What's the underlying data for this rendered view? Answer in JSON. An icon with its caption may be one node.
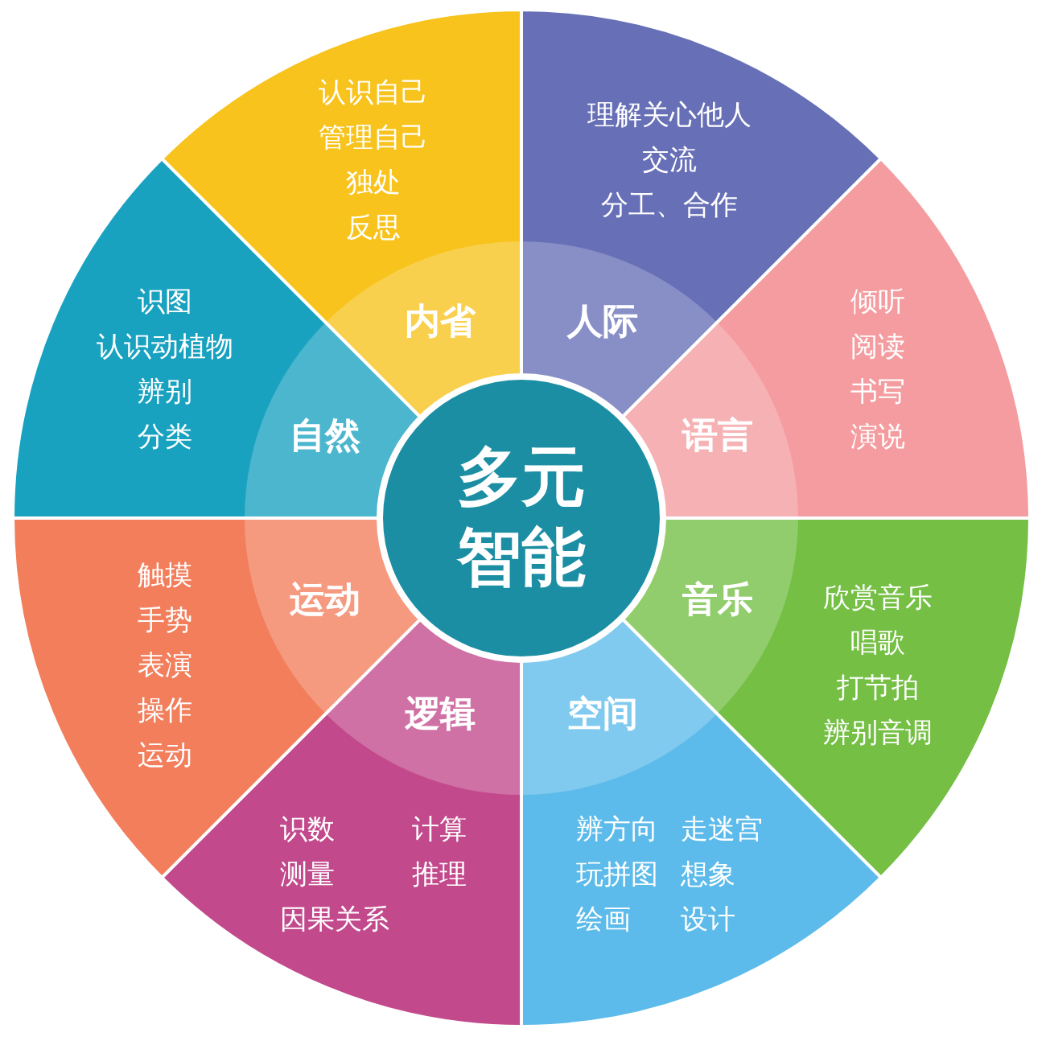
{
  "diagram": {
    "nodes": [
      {
        "text": [
          "多元智能"
        ]
      },
      {
        "text": [
          "理解关心他人",
          "交流",
          "分工、合作",
          "人际"
        ]
      },
      {
        "text": [
          "语言",
          "倾听",
          "阅读",
          "书写",
          "演说"
        ]
      },
      {
        "text": [
          "音乐",
          "欣赏音乐",
          "唱歌",
          "打节拍",
          "辨别音调"
        ]
      },
      {
        "text": [
          "空间",
          "辨方向",
          "走迷宫",
          "玩拼图",
          "想象",
          "绘画",
          "设计"
        ]
      },
      {
        "text": [
          "逻辑",
          "识数",
          "计算",
          "测量",
          "推理",
          "因果关系"
        ]
      },
      {
        "text": [
          "运动",
          "触摸",
          "手势",
          "表演",
          "操作",
          "运动"
        ]
      },
      {
        "text": [
          "自然",
          "识图",
          "认识动植物",
          "辨别",
          "分类"
        ]
      },
      {
        "text": [
          "认识自己",
          "管理自己",
          "独处",
          "反思",
          "内省"
        ]
      }
    ],
    "edges": []
  }
}
